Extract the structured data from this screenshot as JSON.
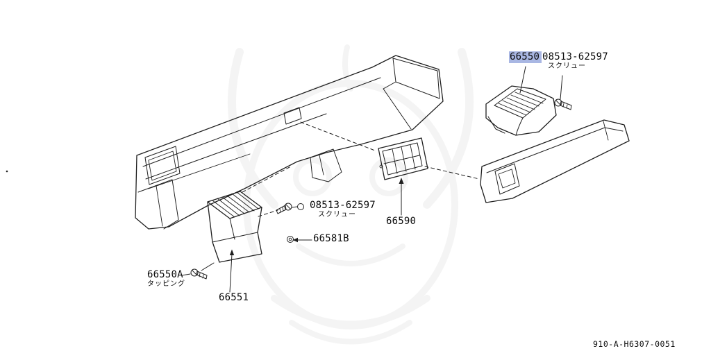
{
  "drawing": {
    "number": "910-A-H6307-0051"
  },
  "colors": {
    "highlight": "#a9b7e3",
    "line": "#1f1f1f",
    "watermark": "#ececec",
    "background": "#ffffff"
  },
  "labels": {
    "part_66550": {
      "text": "66550"
    },
    "screw_top": {
      "part_number": "08513-62597",
      "note": "スクリュー"
    },
    "screw_mid": {
      "part_number": "08513-62597",
      "note": "スクリュー"
    },
    "part_66590": {
      "text": "66590"
    },
    "part_66581B": {
      "text": "66581B"
    },
    "part_66550A": {
      "text": "66550A",
      "note": "タッピング"
    },
    "part_66551": {
      "text": "66551"
    }
  },
  "icons": {
    "screw": "screw-icon",
    "grommet": "grommet-icon",
    "leader_bullet": "bullet-circle-icon"
  }
}
